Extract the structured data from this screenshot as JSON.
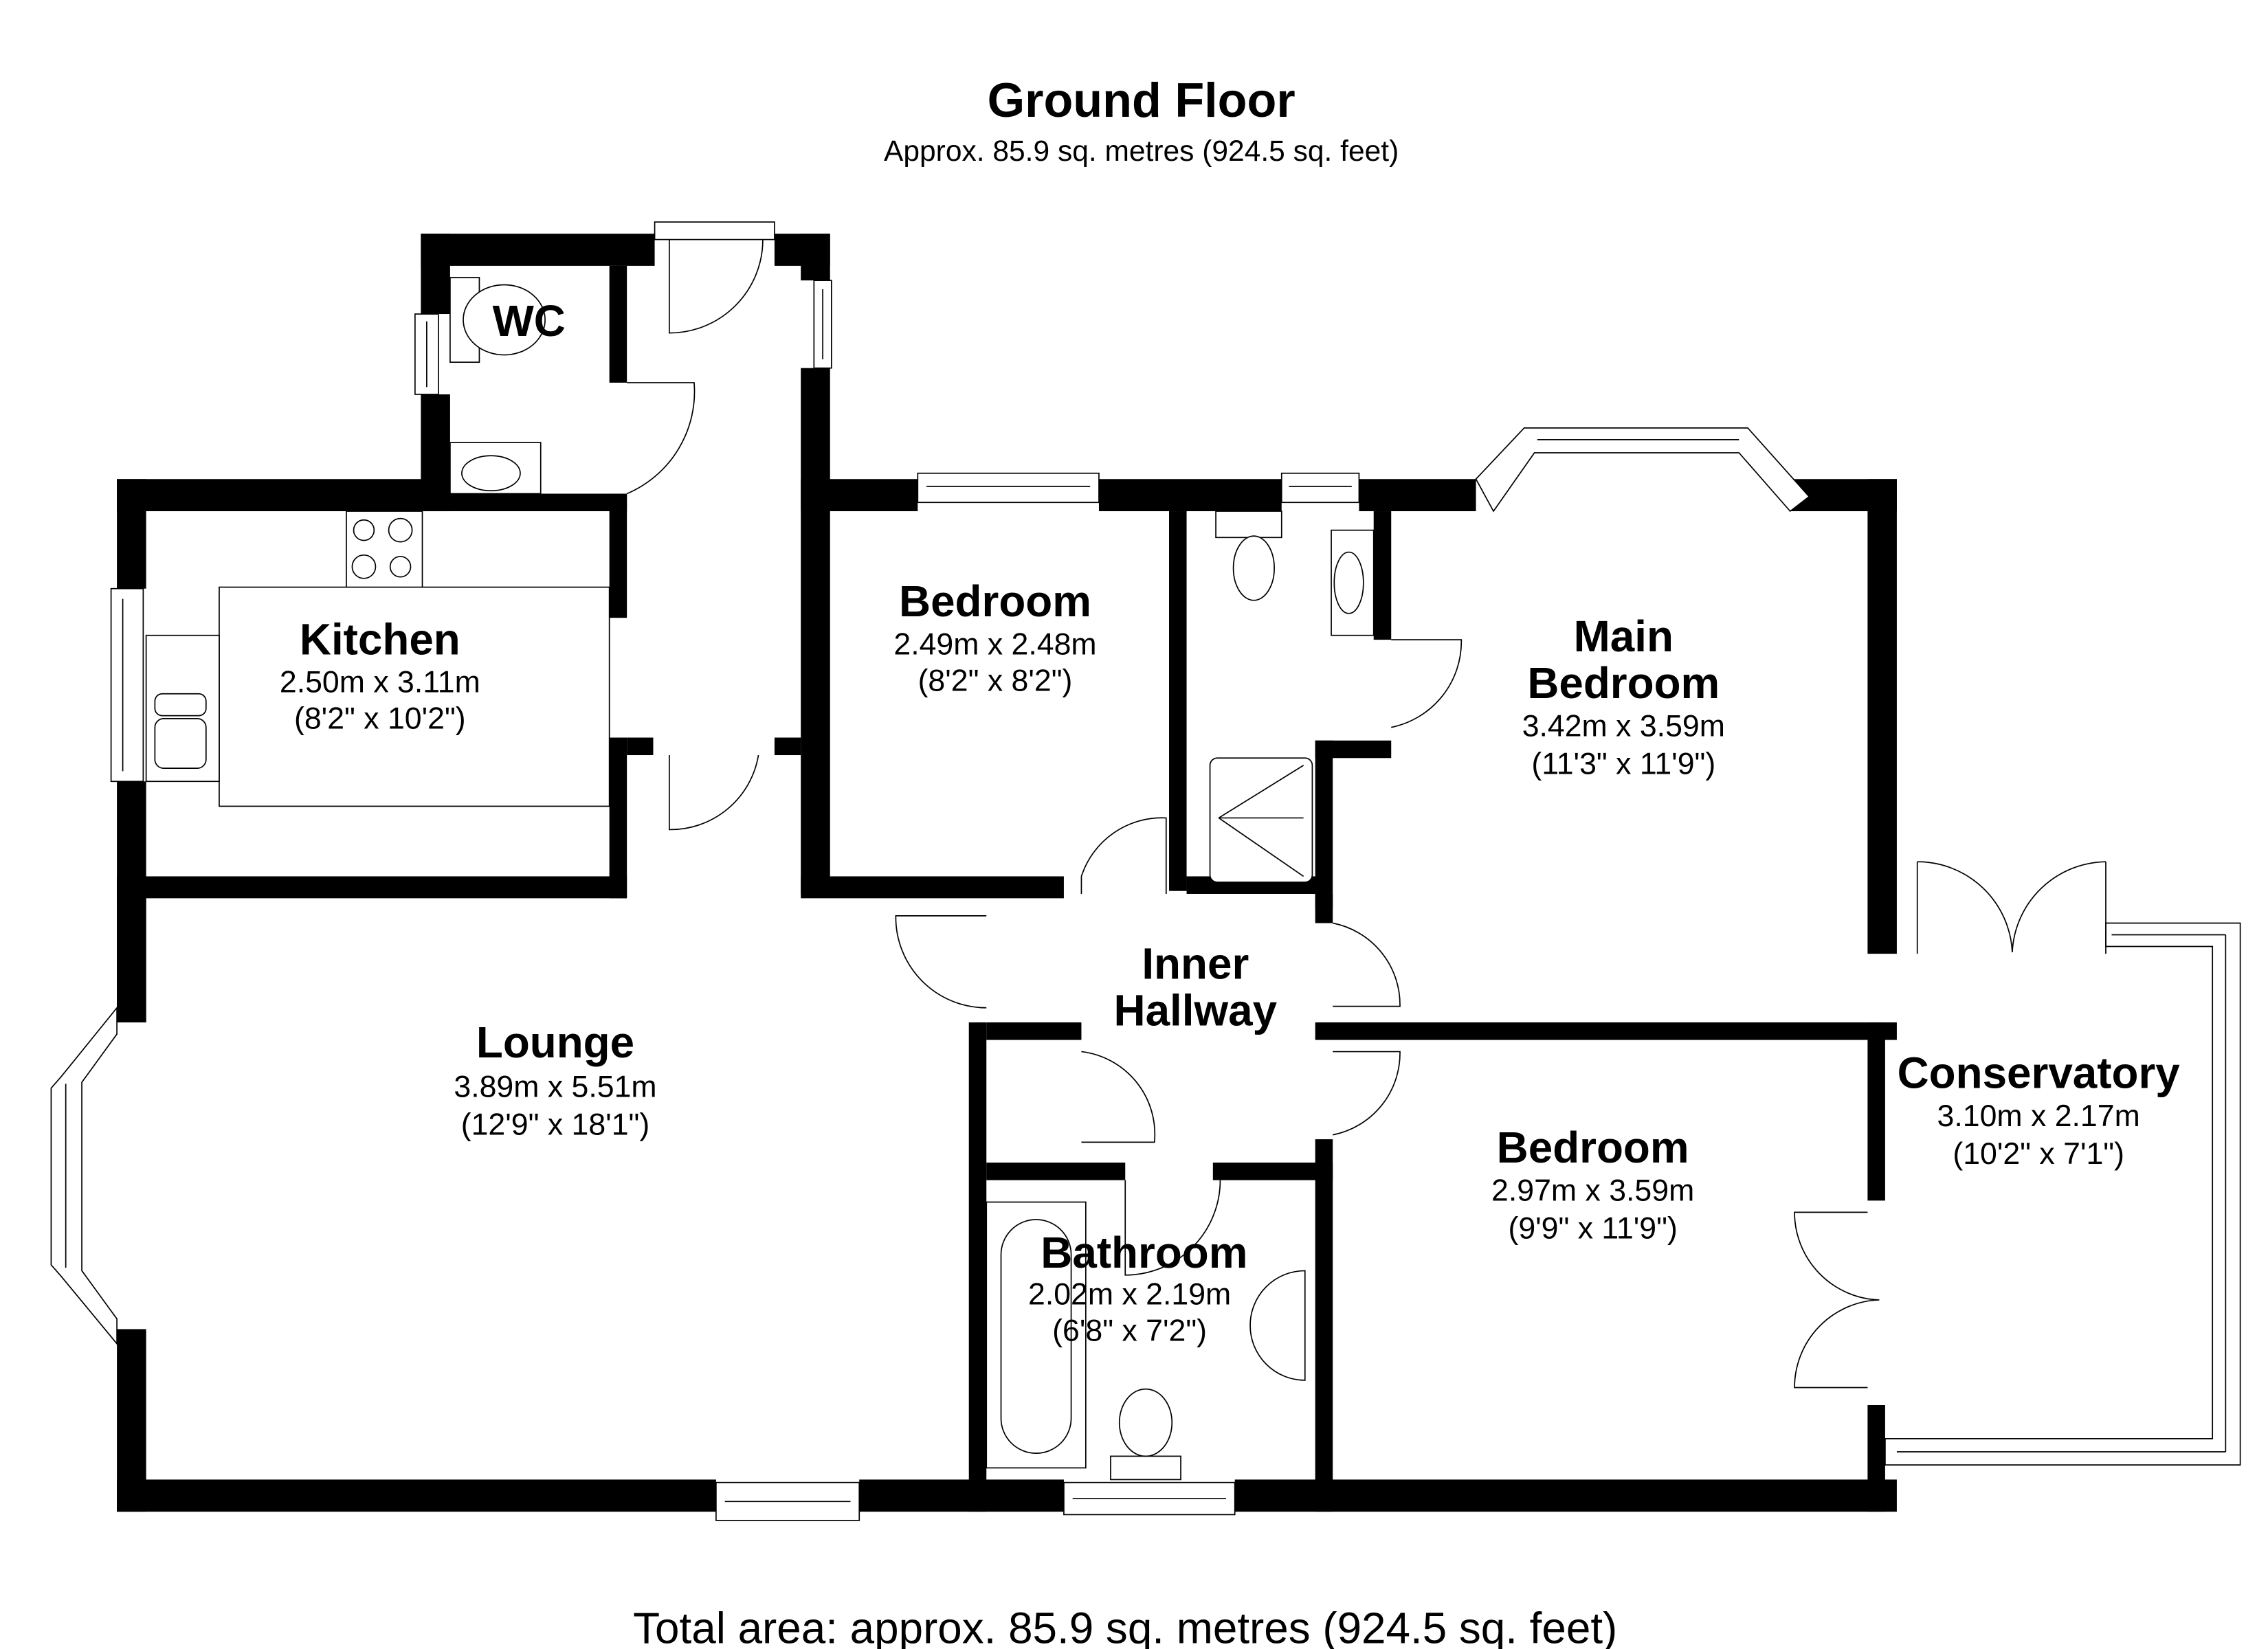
{
  "header": {
    "title": "Ground Floor",
    "subtitle": "Approx. 85.9 sq. metres (924.5 sq. feet)"
  },
  "footer": {
    "total": "Total area: approx. 85.9 sq. metres (924.5 sq. feet)"
  },
  "rooms": {
    "wc": {
      "name": "WC"
    },
    "kitchen": {
      "name": "Kitchen",
      "metric": "2.50m x 3.11m",
      "imperial": "(8'2\" x 10'2\")"
    },
    "bedroom2": {
      "name": "Bedroom",
      "metric": "2.49m x 2.48m",
      "imperial": "(8'2\" x 8'2\")"
    },
    "main_bedroom": {
      "name_line1": "Main",
      "name_line2": "Bedroom",
      "metric": "3.42m x 3.59m",
      "imperial": "(11'3\" x 11'9\")"
    },
    "inner_hallway": {
      "name_line1": "Inner",
      "name_line2": "Hallway"
    },
    "lounge": {
      "name": "Lounge",
      "metric": "3.89m x 5.51m",
      "imperial": "(12'9\" x 18'1\")"
    },
    "bathroom": {
      "name": "Bathroom",
      "metric": "2.02m x 2.19m",
      "imperial": "(6'8\" x 7'2\")"
    },
    "bedroom3": {
      "name": "Bedroom",
      "metric": "2.97m x 3.59m",
      "imperial": "(9'9\" x 11'9\")"
    },
    "conservatory": {
      "name": "Conservatory",
      "metric": "3.10m x 2.17m",
      "imperial": "(10'2\" x 7'1\")"
    }
  },
  "colors": {
    "wall": "#000000",
    "background": "#ffffff"
  }
}
